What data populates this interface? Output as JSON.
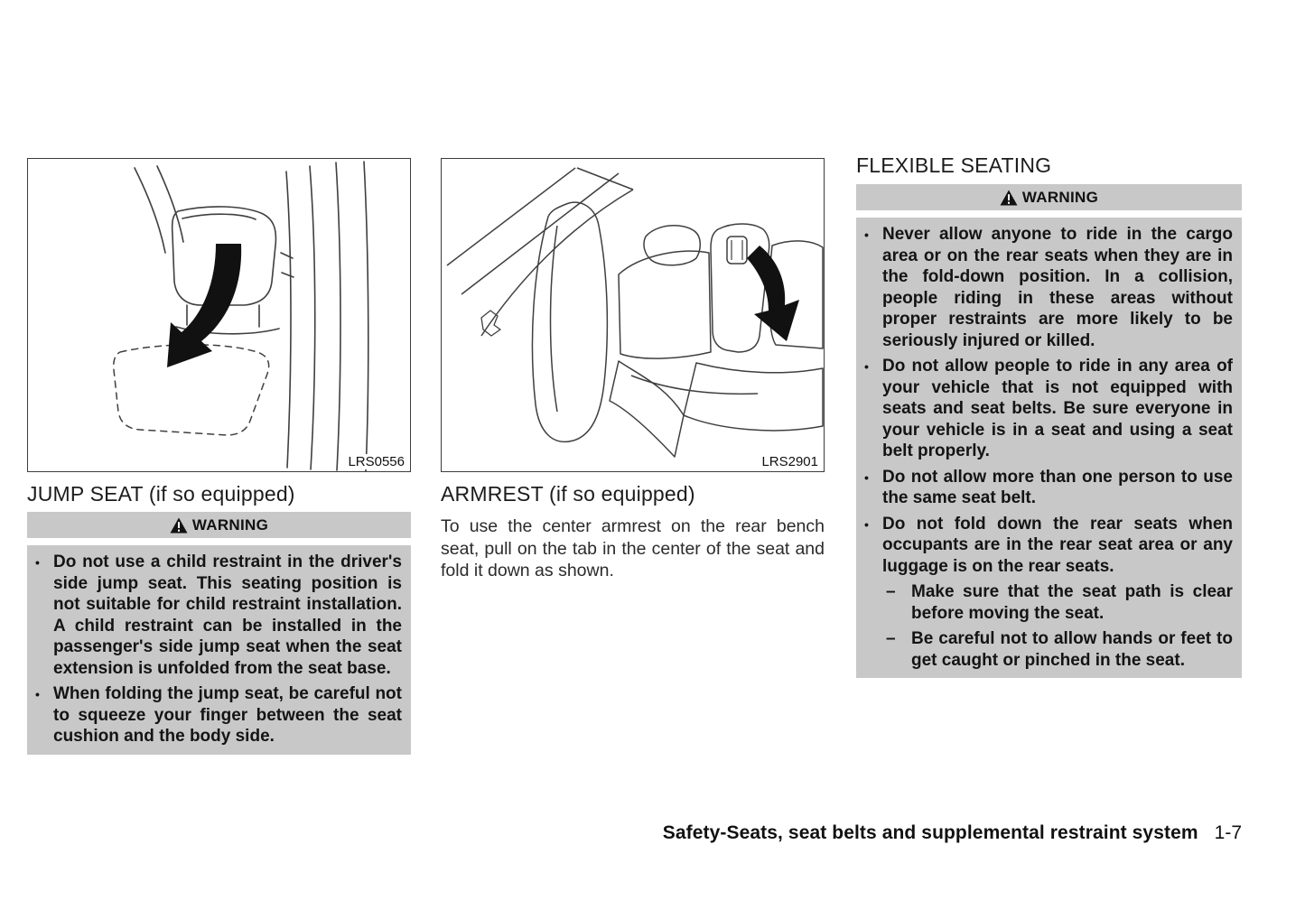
{
  "jump_seat": {
    "figure_label": "LRS0556",
    "heading": "JUMP SEAT (if so equipped)",
    "warning_title": "WARNING",
    "warnings": [
      "Do not use a child restraint in the driver's side jump seat. This seating position is not suitable for child restraint installation. A child restraint can be installed in the passenger's side jump seat when the seat extension is unfolded from the seat base.",
      "When folding the jump seat, be careful not to squeeze your finger between the seat cushion and the body side."
    ]
  },
  "armrest": {
    "figure_label": "LRS2901",
    "heading": "ARMREST (if so equipped)",
    "body": "To use the center armrest on the rear bench seat, pull on the tab in the center of the seat and fold it down as shown."
  },
  "flexible_seating": {
    "heading": "FLEXIBLE SEATING",
    "warning_title": "WARNING",
    "warnings": [
      "Never allow anyone to ride in the cargo area or on the rear seats when they are in the fold-down position. In a collision, people riding in these areas without proper restraints are more likely to be seriously injured or killed.",
      "Do not allow people to ride in any area of your vehicle that is not equipped with seats and seat belts. Be sure everyone in your vehicle is in a seat and using a seat belt properly.",
      "Do not allow more than one person to use the same seat belt.",
      "Do not fold down the rear seats when occupants are in the rear seat area or any luggage is on the rear seats."
    ],
    "sub_warnings": [
      "Make sure that the seat path is clear before moving the seat.",
      "Be careful not to allow hands or feet to get caught or pinched in the seat."
    ]
  },
  "footer": {
    "section_title": "Safety-Seats, seat belts and supplemental restraint system",
    "page_number": "1-7"
  },
  "colors": {
    "warning_box_bg": "#c8c8c8",
    "text": "#161616"
  }
}
